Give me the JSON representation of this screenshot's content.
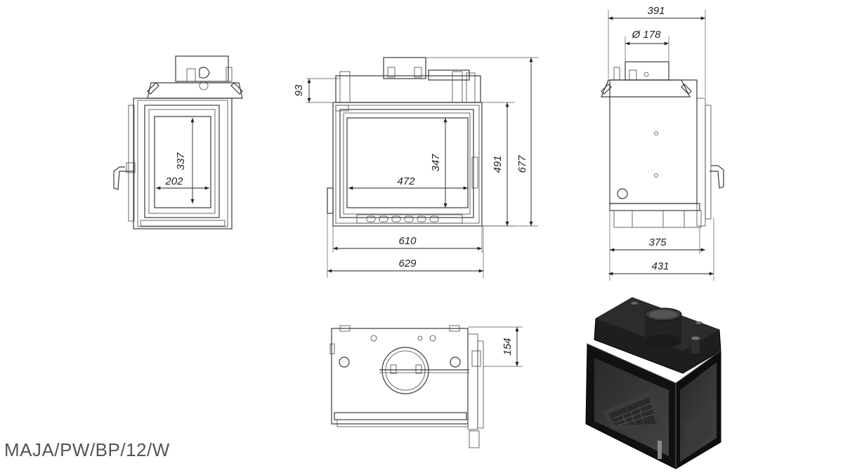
{
  "model_name": "MAJA/PW/BP/12/W",
  "dimensions": {
    "left_door_height": "337",
    "left_door_width": "202",
    "front_top_section": "93",
    "front_glass_height": "347",
    "front_glass_width": "472",
    "front_door_height": "491",
    "front_total_height": "677",
    "front_door_width": "610",
    "front_total_width": "629",
    "side_total_top": "391",
    "flue_diameter": "Ø 178",
    "side_body_depth": "375",
    "side_total_depth": "431",
    "top_view_offset": "154"
  },
  "colors": {
    "line": "#3a3a3a",
    "render_body": "#1c1c1c"
  }
}
